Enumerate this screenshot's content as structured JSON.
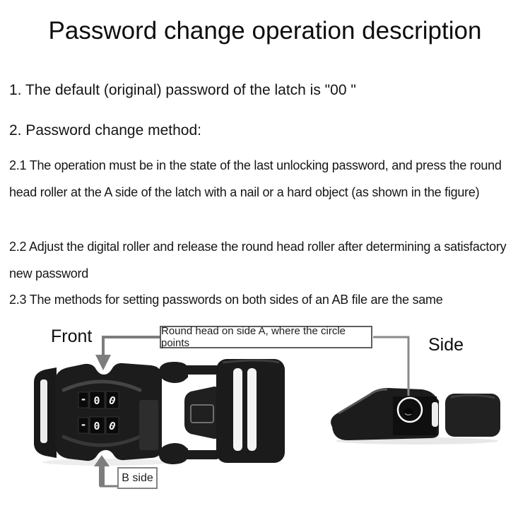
{
  "title": "Password change operation description",
  "body": {
    "item1": "1. The default (original) password of the latch is \"00 \"",
    "item2": "2. Password change method:",
    "p21": "2.1 The operation must be in the state of the last unlocking password, and press the round head roller at the A side of the latch with a nail or a hard object (as shown in the figure)",
    "p22": "2.2 Adjust the digital roller and release the round head roller after determining a satisfactory new password",
    "p23": "2.3 The methods for setting passwords on both sides of an AB file are the same"
  },
  "diagram": {
    "front_label": "Front",
    "side_label": "Side",
    "callout_label": "Round head on side A, where the circle points",
    "b_side_label": "B side",
    "dial": {
      "dash": "-",
      "digit": "0"
    },
    "colors": {
      "buckle_dark": "#1c1c1c",
      "arrow_gray": "#7d7d7d",
      "box_border": "#5f5f5f",
      "circle_highlight": "#ffffff"
    }
  }
}
